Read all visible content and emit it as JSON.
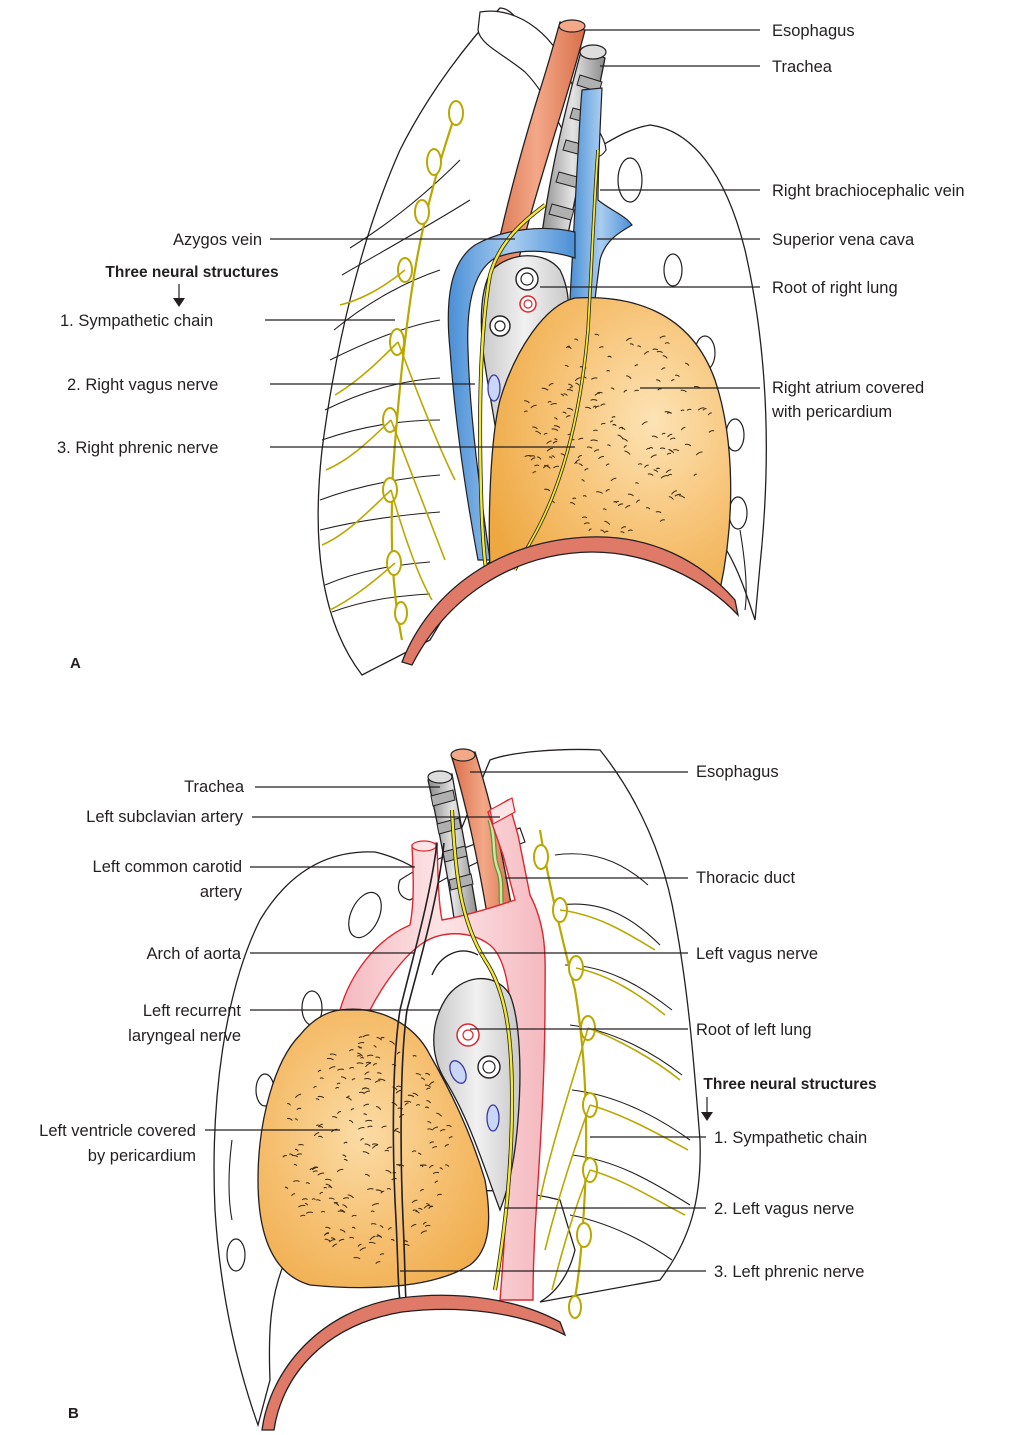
{
  "panel_a": {
    "letter": "A",
    "labels": {
      "esophagus": "Esophagus",
      "trachea": "Trachea",
      "right_brachiocephalic_vein": "Right brachiocephalic vein",
      "superior_vena_cava": "Superior vena cava",
      "root_of_right_lung": "Root of right lung",
      "right_atrium_line1": "Right atrium covered",
      "right_atrium_line2": "with pericardium",
      "azygos_vein": "Azygos vein",
      "neural_heading": "Three neural structures",
      "sympathetic_chain": "1. Sympathetic chain",
      "right_vagus_nerve": "2. Right vagus nerve",
      "right_phrenic_nerve": "3. Right phrenic nerve"
    }
  },
  "panel_b": {
    "letter": "B",
    "labels": {
      "esophagus": "Esophagus",
      "trachea": "Trachea",
      "left_subclavian_artery": "Left subclavian artery",
      "left_common_carotid_line1": "Left common carotid",
      "left_common_carotid_line2": "artery",
      "thoracic_duct": "Thoracic duct",
      "arch_of_aorta": "Arch of aorta",
      "left_vagus_nerve_top": "Left vagus nerve",
      "left_recurrent_line1": "Left recurrent",
      "left_recurrent_line2": "laryngeal nerve",
      "root_of_left_lung": "Root of left lung",
      "neural_heading": "Three neural structures",
      "left_ventricle_line1": "Left ventricle covered",
      "left_ventricle_line2": "by pericardium",
      "sympathetic_chain": "1. Sympathetic chain",
      "left_vagus_nerve": "2. Left vagus nerve",
      "left_phrenic_nerve": "3. Left phrenic nerve"
    }
  },
  "colors": {
    "heart": "#f2b34f",
    "heart_light": "#fbdca6",
    "vein": "#5b9bd8",
    "vein_light": "#a9cdf0",
    "esophagus": "#e88a64",
    "aorta": "#f8c8cc",
    "aorta_outline": "#d9282f",
    "diaphragm": "#e07a68",
    "nerve": "#e8df00",
    "lung_root": "#d8d8d8"
  }
}
